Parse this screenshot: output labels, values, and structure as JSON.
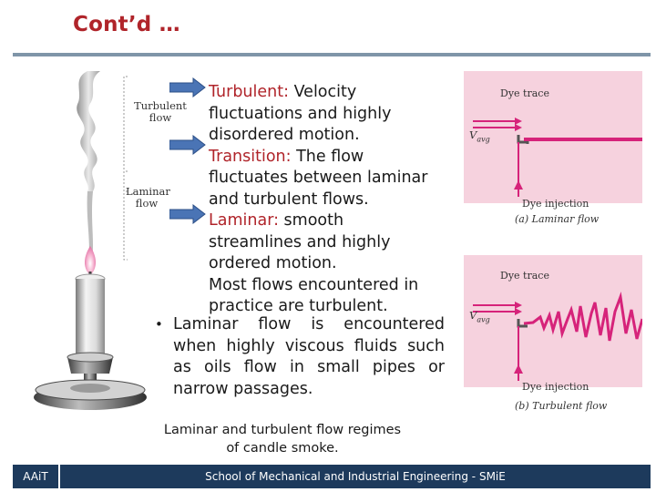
{
  "slide": {
    "title": "Cont’d …",
    "colors": {
      "accent": "#b0242a",
      "rule": "#7f95a8",
      "footer_bg": "#1d3a5c",
      "arrow": "#4a74b5",
      "panel_bg": "#f6d2de",
      "magenta": "#d6237a"
    }
  },
  "figure": {
    "turbulent_label_line1": "Turbulent",
    "turbulent_label_line2": "flow",
    "laminar_label_line1": "Laminar",
    "laminar_label_line2": "flow",
    "arrow_icons": [
      "arrow-right-icon",
      "arrow-right-icon",
      "arrow-right-icon"
    ],
    "caption_line1": "Laminar and turbulent flow regimes",
    "caption_line2": "of candle smoke."
  },
  "definitions": {
    "turbulent_term": "Turbulent:",
    "turbulent_text": " Velocity fluctuations and highly disordered motion.",
    "transition_term": "Transition:",
    "transition_text": " The flow fluctuates between laminar and turbulent flows.",
    "laminar_term": "Laminar:",
    "laminar_text": " smooth streamlines and highly ordered motion.",
    "overlap_text": "Most flows encountered in practice are turbulent."
  },
  "bullet": {
    "text": "Laminar flow is encountered when highly viscous fluids such as oils flow in small pipes or narrow passages."
  },
  "panels": {
    "laminar": {
      "dye_trace": "Dye trace",
      "vavg": "V",
      "vavg_sub": "avg",
      "dye_injection": "Dye injection",
      "caption": "(a) Laminar flow"
    },
    "turbulent": {
      "dye_trace": "Dye trace",
      "vavg": "V",
      "vavg_sub": "avg",
      "dye_injection": "Dye injection",
      "caption": "(b) Turbulent flow"
    }
  },
  "footer": {
    "left": "AAiT",
    "right": "School of Mechanical and Industrial Engineering - SMiE"
  }
}
